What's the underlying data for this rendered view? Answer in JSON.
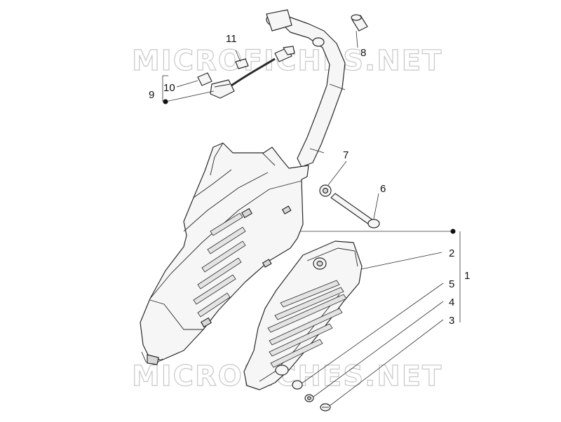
{
  "watermark": "MICROFICHES.NET",
  "callouts": {
    "c1": "1",
    "c2": "2",
    "c3": "3",
    "c4": "4",
    "c5": "5",
    "c6": "6",
    "c7": "7",
    "c8": "8",
    "c9": "9",
    "c10": "10",
    "c11": "11"
  }
}
